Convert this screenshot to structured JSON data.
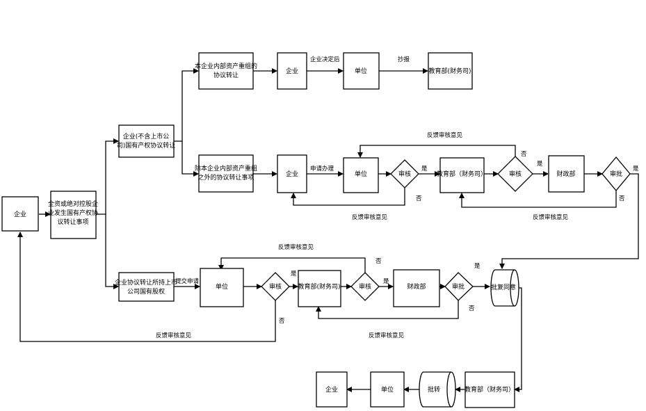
{
  "nodes": {
    "qiye_left": "企业",
    "main_box": [
      "全资或绝对控股企",
      "业发生国有产权协",
      "议转让事项"
    ],
    "not_listed": [
      "企业(不含上市公",
      "司)国有产权协议转让"
    ],
    "listed": [
      "企业协议转让所持上市",
      "公司国有股权"
    ],
    "internal": [
      "本企业内部资产重组的",
      "协议转让"
    ],
    "qiye_top": "企业",
    "danwei_top": "单位",
    "jyb_top": "教育部(财务司)",
    "external": [
      "除本企业内部资产重组",
      "之外的协议转让事项"
    ],
    "qiye_mid": "企业",
    "danwei_mid": "单位",
    "shenhe_mid": "审核",
    "jyb_mid": "教育部（财务司）",
    "shenhe_mid2": "审核",
    "czb_mid": "财政部",
    "shenpi_mid": "审批",
    "danwei_low": "单位",
    "shenhe_low": "审核",
    "jyb_low": "教育部(财务司)",
    "shenhe_low2": "审核",
    "czb_low": "财政部",
    "shenpi_low": "审批",
    "pfty": "批复同意",
    "jyb_bottom": "教育部（财务司）",
    "pizhuan": "批转",
    "danwei_bottom": "单位",
    "qiye_bottom": "企业"
  },
  "edge_labels": {
    "after_decision": "企业决定后",
    "chaobao": "抄报",
    "apply": "申请办理",
    "yes": "是",
    "no": "否",
    "feedback": "反馈审核意见",
    "submit": "提交申请"
  }
}
